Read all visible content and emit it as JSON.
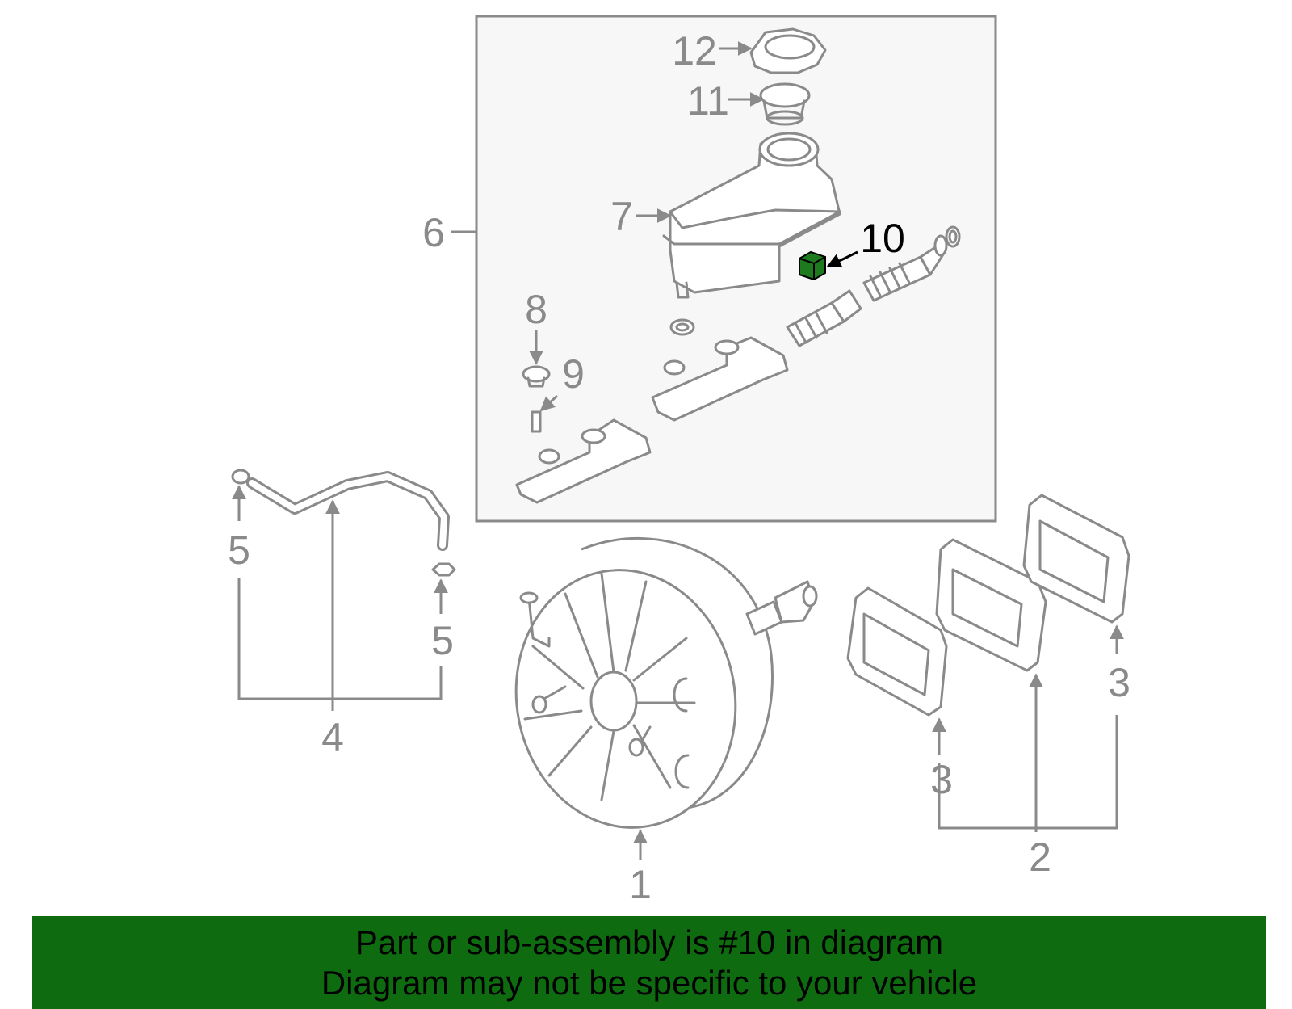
{
  "colors": {
    "line": "#8a8a8a",
    "inset_bg": "#f7f7f7",
    "highlight_part": "#1e7a1e",
    "banner_bg": "#0f6b0f",
    "banner_text": "#000000",
    "active_callout": "#000000"
  },
  "callouts": {
    "c1": "1",
    "c2": "2",
    "c3a": "3",
    "c3b": "3",
    "c4": "4",
    "c5a": "5",
    "c5b": "5",
    "c6": "6",
    "c7": "7",
    "c8": "8",
    "c9": "9",
    "c10": "10",
    "c11": "11",
    "c12": "12"
  },
  "highlighted_part": "10",
  "banner": {
    "line1": "Part or sub-assembly is #10 in diagram",
    "line2": "Diagram may not be specific to your vehicle"
  }
}
